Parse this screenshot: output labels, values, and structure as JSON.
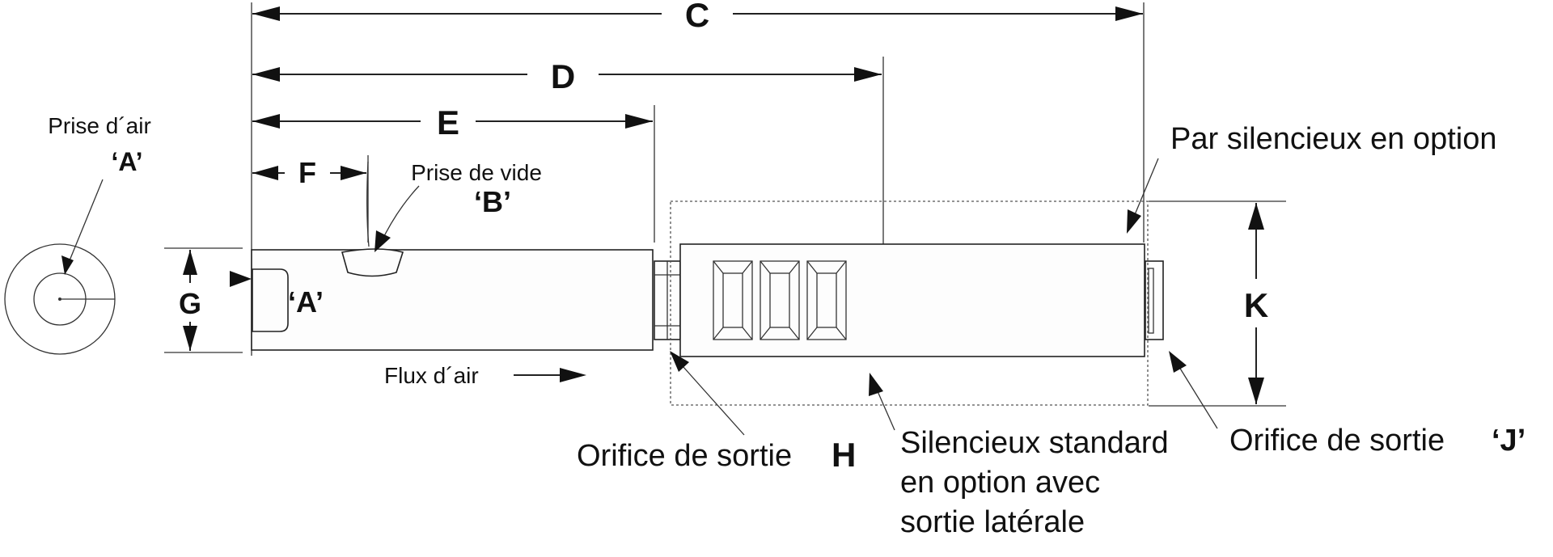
{
  "dimensions": {
    "C": "C",
    "D": "D",
    "E": "E",
    "F": "F",
    "G": "G",
    "K": "K"
  },
  "labels": {
    "air_inlet_title": "Prise d´air",
    "air_inlet_code": "‘A’",
    "air_inlet_side_code": "‘A’",
    "vacuum_title": "Prise de vide",
    "vacuum_code": "‘B’",
    "muffler_option": "Par silencieux en option",
    "airflow": "Flux d´air",
    "outlet_h_text": "Orifice de sortie",
    "outlet_h_code": "H",
    "standard_muffler_line1": "Silencieux standard",
    "standard_muffler_line2": "en option avec",
    "standard_muffler_line3": "sortie latérale",
    "outlet_j_text": "Orifice de sortie",
    "outlet_j_code": "‘J’"
  }
}
